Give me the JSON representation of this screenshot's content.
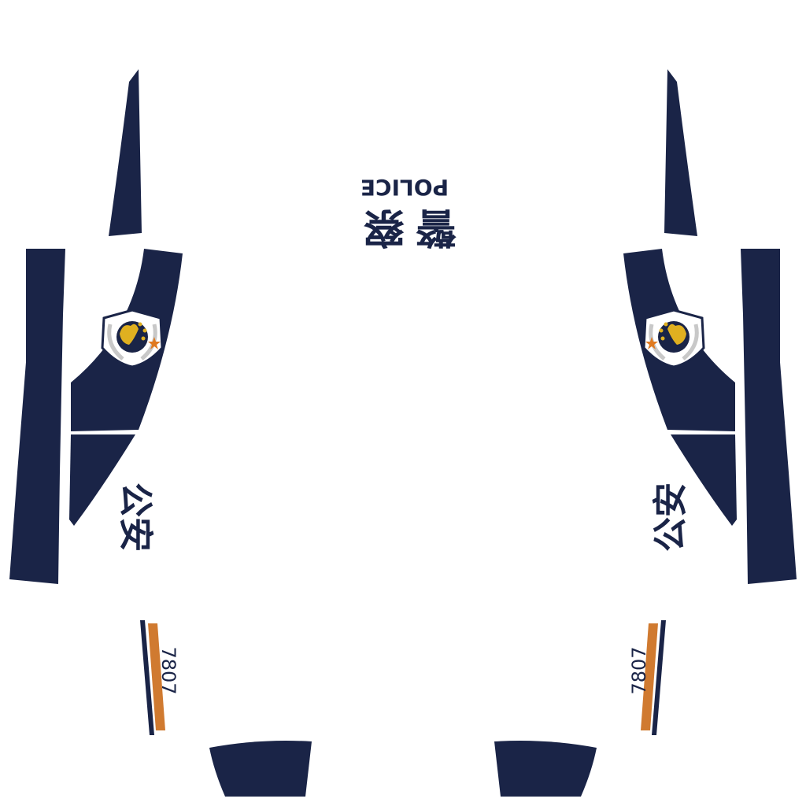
{
  "colors": {
    "navy": "#1a2447",
    "orange": "#d07a30",
    "gold": "#e0b020",
    "star": "#e07a20",
    "background": "#ffffff"
  },
  "hood": {
    "police_cn": "警察",
    "police_en": "POLICE"
  },
  "left_side": {
    "gongan": "公安",
    "number": "7807"
  },
  "right_side": {
    "gongan": "公安",
    "number": "7807"
  },
  "emblem_icon": "police-badge-icon"
}
